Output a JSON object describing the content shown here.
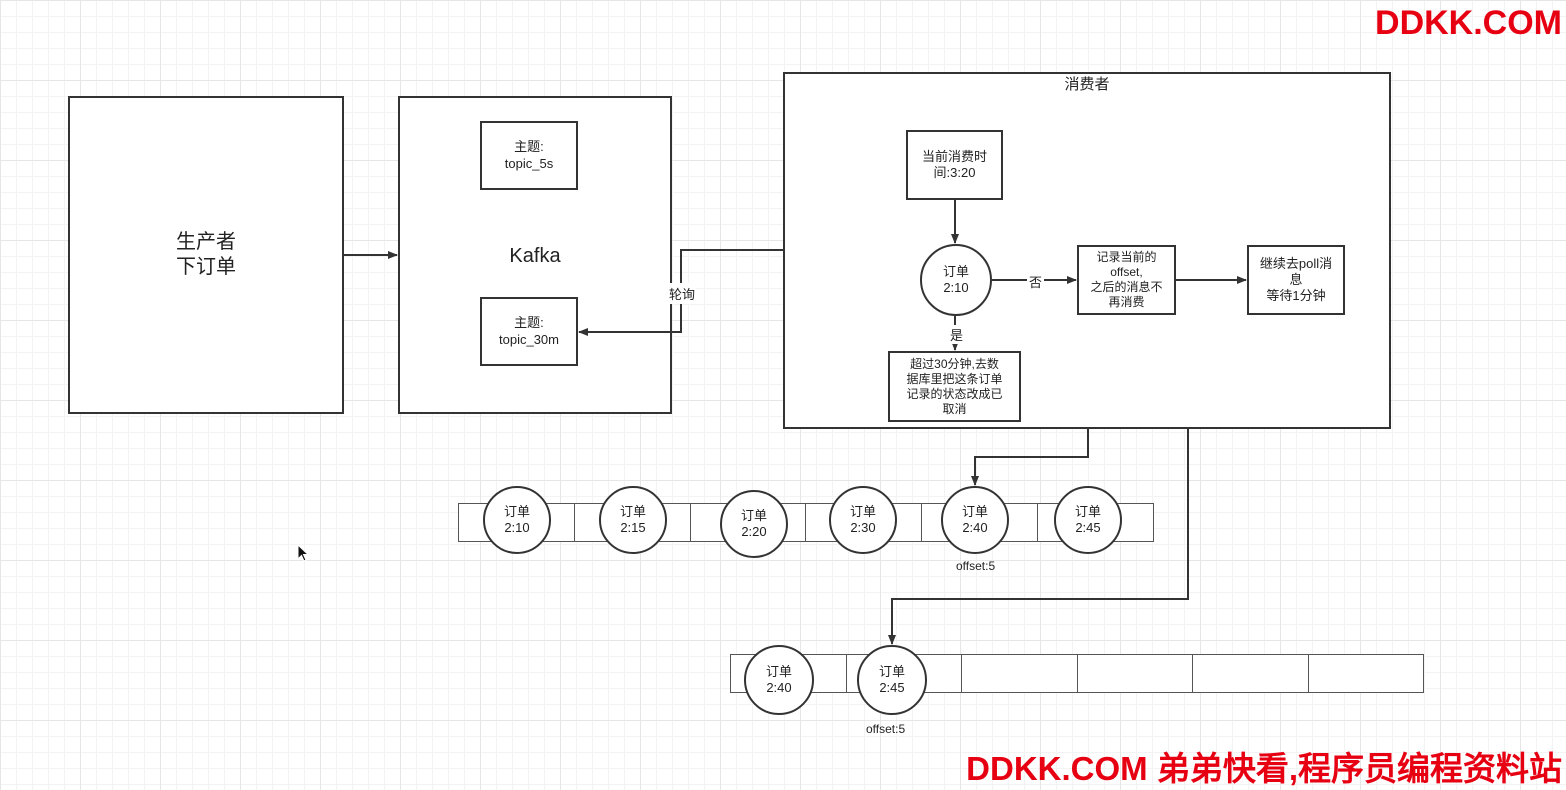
{
  "producer": {
    "label": "生产者\n下订单"
  },
  "kafka": {
    "title": "Kafka",
    "topic_5s": "主题:\ntopic_5s",
    "topic_30m": "主题:\ntopic_30m"
  },
  "poll_label": "轮询",
  "consumer": {
    "title": "消费者",
    "current_time": "当前消费时\n间:3:20",
    "order_node": "订单\n2:10",
    "no_label": "否",
    "yes_label": "是",
    "record_offset": "记录当前的\noffset,\n之后的消息不\n再消费",
    "continue_poll": "继续去poll消\n息\n等待1分钟",
    "cancel_action": "超过30分钟,去数\n据库里把这条订单\n记录的状态改成已\n取消"
  },
  "queue1": {
    "orders": [
      "订单\n2:10",
      "订单\n2:15",
      "订单\n2:20",
      "订单\n2:30",
      "订单\n2:40",
      "订单\n2:45"
    ],
    "offset_label": "offset:5"
  },
  "queue2": {
    "orders": [
      "订单\n2:40",
      "订单\n2:45"
    ],
    "offset_label": "offset:5"
  },
  "watermark": {
    "top": "DDKK.COM",
    "bottom": "DDKK.COM 弟弟快看,程序员编程资料站"
  },
  "colors": {
    "watermark": "#e60012",
    "stroke": "#333333"
  }
}
